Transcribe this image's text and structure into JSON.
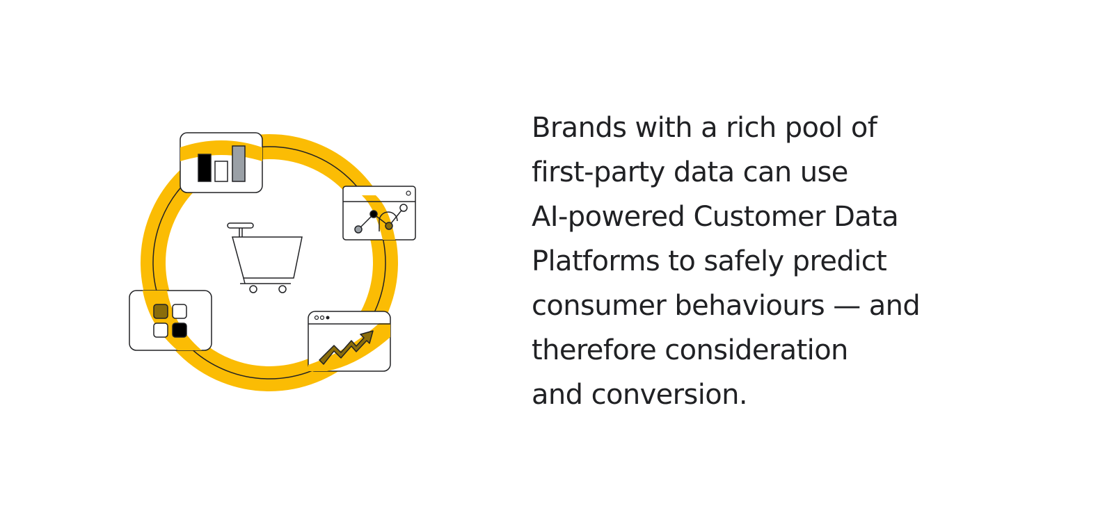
{
  "headline": {
    "lines": [
      "Brands with a rich pool of",
      "first-party data can use",
      "AI-powered Customer Data",
      "Platforms to safely predict",
      "consumer behaviours — and",
      "therefore consideration",
      "and conversion."
    ]
  },
  "illustration": {
    "icons": {
      "center": "shopping-cart-icon",
      "top": "bar-chart-icon",
      "right": "line-graph-window-icon",
      "bottom_right": "trending-arrow-window-icon",
      "left": "app-grid-icon"
    },
    "colors": {
      "ring": "#FBBC04",
      "ring_overlay": "#8a6d0b",
      "stroke": "#202124",
      "dark_fill": "#000000",
      "grey_fill": "#9aa0a6"
    }
  }
}
